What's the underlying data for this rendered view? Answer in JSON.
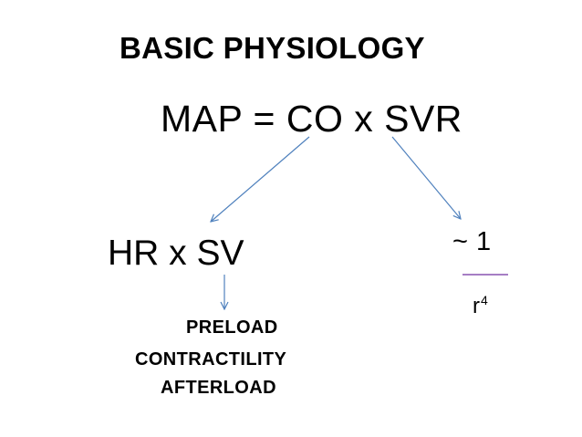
{
  "slide": {
    "title": "BASIC PHYSIOLOGY",
    "formula": "MAP = CO x SVR",
    "left_branch": {
      "expression": "HR x SV",
      "factors": [
        "PRELOAD",
        "CONTRACTILITY",
        "AFTERLOAD"
      ]
    },
    "right_branch": {
      "numerator": "~  1",
      "denominator_base": "r",
      "denominator_exponent": "4"
    }
  },
  "colors": {
    "text": "#000000",
    "arrow": "#4f81bd",
    "fraction_bar": "#7030a0",
    "background": "#ffffff"
  }
}
